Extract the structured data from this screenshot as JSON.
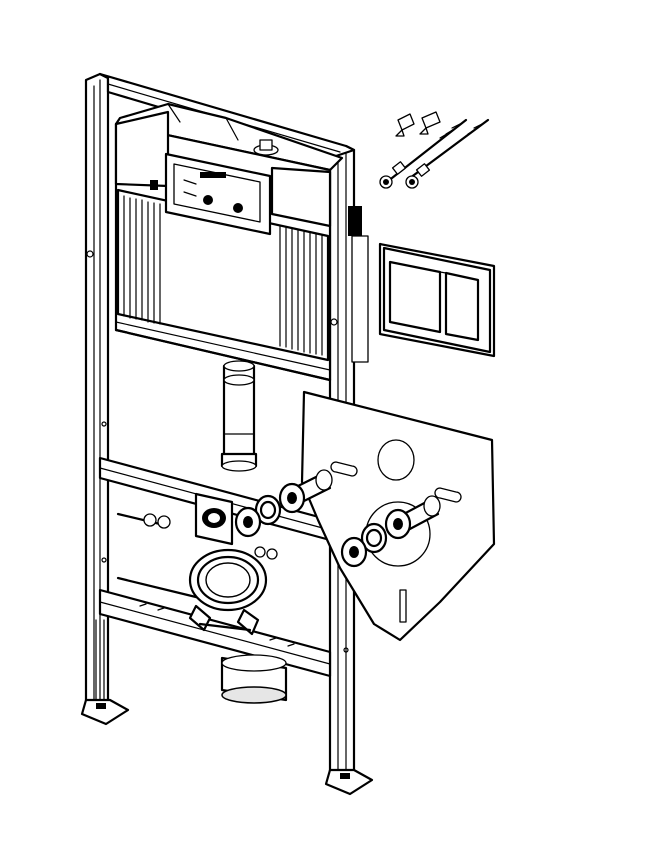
{
  "drawing": {
    "stroke_color": "#000000",
    "background_color": "#ffffff",
    "components": [
      "installation-frame",
      "concealed-cistern",
      "flush-plate",
      "soundproofing-mat",
      "fixing-bolts",
      "wall-anchors",
      "flush-pipe",
      "drain-connector",
      "threaded-studs"
    ]
  }
}
